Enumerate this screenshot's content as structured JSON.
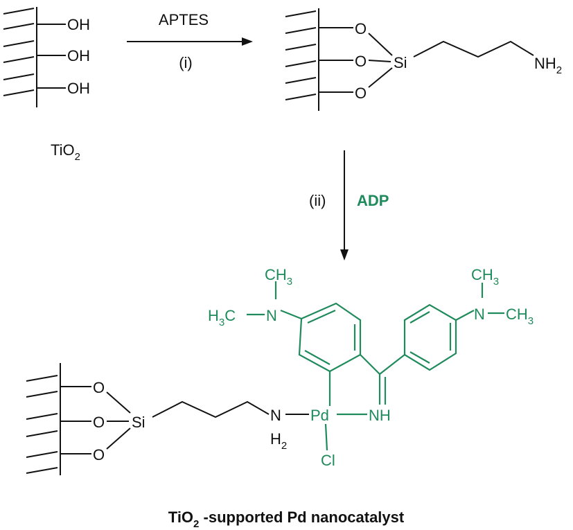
{
  "colors": {
    "ink": "#111111",
    "ligand_green": "#1f8a5b"
  },
  "step1": {
    "reagent": "APTES",
    "label": "(i)",
    "support": {
      "base": "TiO",
      "sub": "2"
    },
    "hydroxyl": "OH"
  },
  "step2": {
    "label": "(ii)",
    "reagent": "ADP"
  },
  "silane": {
    "oxygen": "O",
    "silicon": "Si",
    "amine": "NH",
    "amine_sub": "2"
  },
  "complex": {
    "methyl": "CH",
    "methyl_sub": "3",
    "methyl_left_H": "H",
    "methyl_left_sub": "3",
    "methyl_left_C": "C",
    "nitrogen": "N",
    "palladium": "Pd",
    "imine": "NH",
    "chloride": "Cl",
    "amine_N": "N",
    "amine_H": "H",
    "amine_H_sub": "2"
  },
  "caption": {
    "pre": "TiO",
    "sub": "2",
    "post": " -supported Pd nanocatalyst"
  }
}
